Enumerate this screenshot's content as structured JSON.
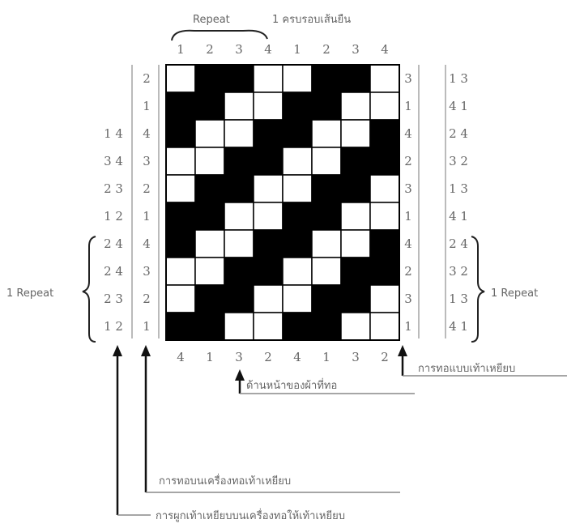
{
  "top": {
    "repeat_label": "Repeat",
    "thread_count_label": "1 ครบรอบเส้นยืน",
    "column_numbers": [
      "1",
      "2",
      "3",
      "4",
      "1",
      "2",
      "3",
      "4"
    ]
  },
  "grid": {
    "rows": [
      [
        0,
        1,
        1,
        0,
        0,
        1,
        1,
        0
      ],
      [
        1,
        1,
        0,
        0,
        1,
        1,
        0,
        0
      ],
      [
        1,
        0,
        0,
        1,
        1,
        0,
        0,
        1
      ],
      [
        0,
        0,
        1,
        1,
        0,
        0,
        1,
        1
      ],
      [
        0,
        1,
        1,
        0,
        0,
        1,
        1,
        0
      ],
      [
        1,
        1,
        0,
        0,
        1,
        1,
        0,
        0
      ],
      [
        1,
        0,
        0,
        1,
        1,
        0,
        0,
        1
      ],
      [
        0,
        0,
        1,
        1,
        0,
        0,
        1,
        1
      ],
      [
        0,
        1,
        1,
        0,
        0,
        1,
        1,
        0
      ],
      [
        1,
        1,
        0,
        0,
        1,
        1,
        0,
        0
      ]
    ],
    "cell_fill": "#000000",
    "empty_fill": "#ffffff"
  },
  "left": {
    "treadle_numbers": [
      "2",
      "1",
      "4",
      "3",
      "2",
      "1",
      "4",
      "3",
      "2",
      "1"
    ],
    "tie_pairs": [
      "",
      "",
      "1 4",
      "3 4",
      "2 3",
      "1 2",
      "2 4",
      "2 4",
      "2 3",
      "1 2"
    ],
    "repeat_label": "1 Repeat"
  },
  "right": {
    "treadle_numbers": [
      "3",
      "1",
      "4",
      "2",
      "3",
      "1",
      "4",
      "2",
      "3",
      "1"
    ],
    "tie_pairs": [
      "1 3",
      "4 1",
      "2 4",
      "3 2",
      "1 3",
      "4 1",
      "2 4",
      "3 2",
      "1 3",
      "4 1"
    ],
    "repeat_label": "1 Repeat"
  },
  "bottom": {
    "heddle_numbers": [
      "4",
      "1",
      "3",
      "2",
      "4",
      "1",
      "3",
      "2"
    ]
  },
  "annotations": {
    "right_arrow": "การทอแบบเท้าเหยียบ",
    "middle_arrow": "ด้านหน้าของผ้าที่ทอ",
    "lower_arrow": "การทอบนเครื่องทอเท้าเหยียบ",
    "bottom_arrow": "การผูกเท้าเหยียบบนเครื่องทอให้เท้าเหยียบ"
  }
}
